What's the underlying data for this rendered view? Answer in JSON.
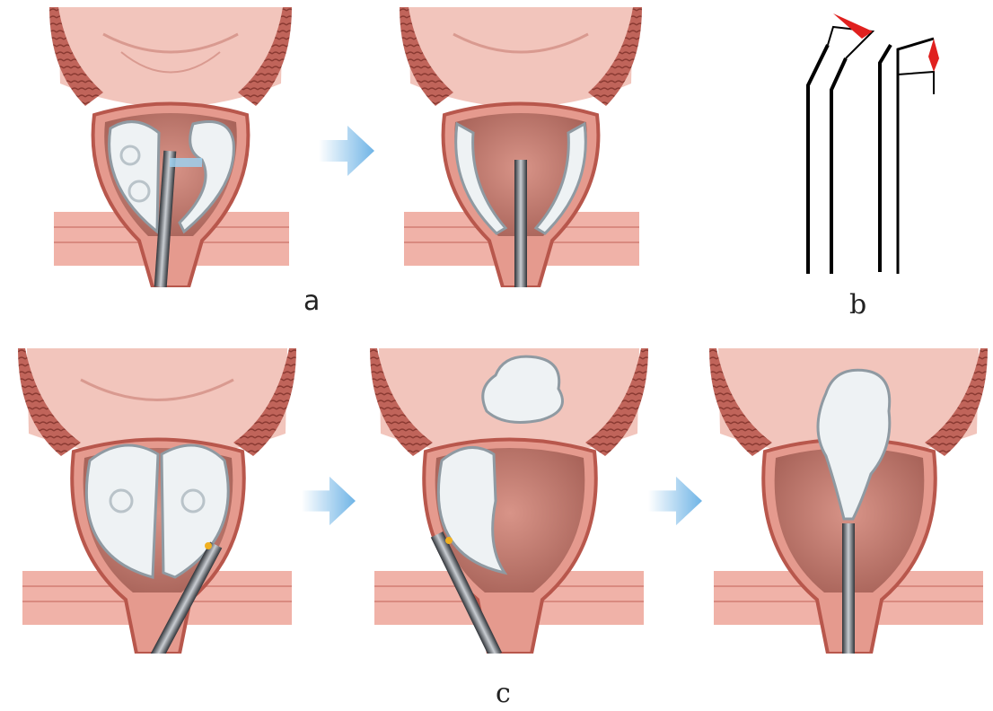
{
  "panels": {
    "a": {
      "label": "a"
    },
    "b": {
      "label": "b"
    },
    "c": {
      "label": "c"
    }
  },
  "colors": {
    "tissue": "#e8a8a0",
    "muscle": "#b8574c",
    "bladder_wall": "#f5cfc6",
    "lumen": "#c98478",
    "prostate_lobe": "#eef2f4",
    "lobe_shadow": "#9aa6ad",
    "instrument": "#5a5f66",
    "arrow": "#7fbde8",
    "electrode": "#e0201e"
  }
}
